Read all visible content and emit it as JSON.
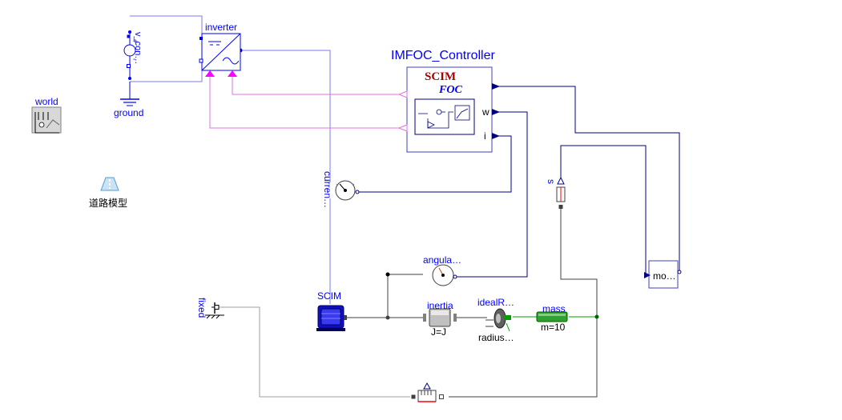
{
  "components": {
    "voltage_source": "v_con…",
    "ground": "ground",
    "inverter": "inverter",
    "controller": "IMFOC_Controller",
    "controller_title": "SCIM",
    "controller_subtitle": "FOC",
    "port_w": "w",
    "port_i": "i",
    "world": "world",
    "road_model": "道路模型",
    "current_sensor": "curren…",
    "speed_sensor": "s",
    "angular_sensor": "angula…",
    "monitor": "mo…",
    "fixed": "fixed",
    "motor": "SCIM",
    "inertia": "inertia",
    "inertia_param": "J=J",
    "ideal_roll": "idealR…",
    "radius_param": "radius…",
    "mass": "mass",
    "mass_param": "m=10"
  },
  "colors": {
    "blue_wire": "#7a7af0",
    "control_wire": "#e070e0",
    "signal_wire": "#000080",
    "mech_wire": "#404040",
    "green_wire": "#00a000",
    "label_blue": "#0000ff",
    "title_red": "#aa0000"
  }
}
